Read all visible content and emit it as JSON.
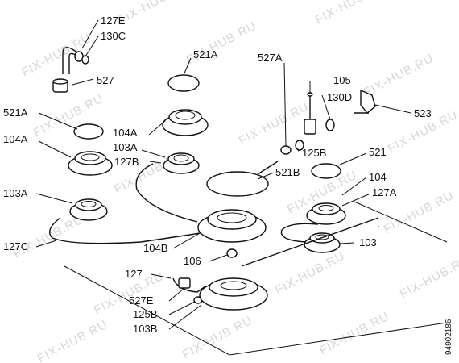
{
  "diagram": {
    "watermark": "FIX-HUB.RU",
    "doc_code": "94902186",
    "labels": [
      {
        "id": "127E",
        "text": "127E"
      },
      {
        "id": "130C",
        "text": "130C"
      },
      {
        "id": "527",
        "text": "527"
      },
      {
        "id": "521A-top",
        "text": "521A"
      },
      {
        "id": "527A",
        "text": "527A"
      },
      {
        "id": "105",
        "text": "105"
      },
      {
        "id": "130D",
        "text": "130D"
      },
      {
        "id": "523",
        "text": "523"
      },
      {
        "id": "521A-left",
        "text": "521A"
      },
      {
        "id": "104A-left",
        "text": "104A"
      },
      {
        "id": "104A-mid",
        "text": "104A"
      },
      {
        "id": "103A-mid",
        "text": "103A"
      },
      {
        "id": "127B",
        "text": "127B"
      },
      {
        "id": "125B-top",
        "text": "125B"
      },
      {
        "id": "521",
        "text": "521"
      },
      {
        "id": "521B",
        "text": "521B"
      },
      {
        "id": "104",
        "text": "104"
      },
      {
        "id": "103A-left",
        "text": "103A"
      },
      {
        "id": "127A",
        "text": "127A"
      },
      {
        "id": "127C",
        "text": "127C"
      },
      {
        "id": "104B",
        "text": "104B"
      },
      {
        "id": "106",
        "text": "106"
      },
      {
        "id": "103",
        "text": "103"
      },
      {
        "id": "127",
        "text": "127"
      },
      {
        "id": "527E",
        "text": "527E"
      },
      {
        "id": "125B-bottom",
        "text": "125B"
      },
      {
        "id": "103B",
        "text": "103B"
      }
    ]
  }
}
